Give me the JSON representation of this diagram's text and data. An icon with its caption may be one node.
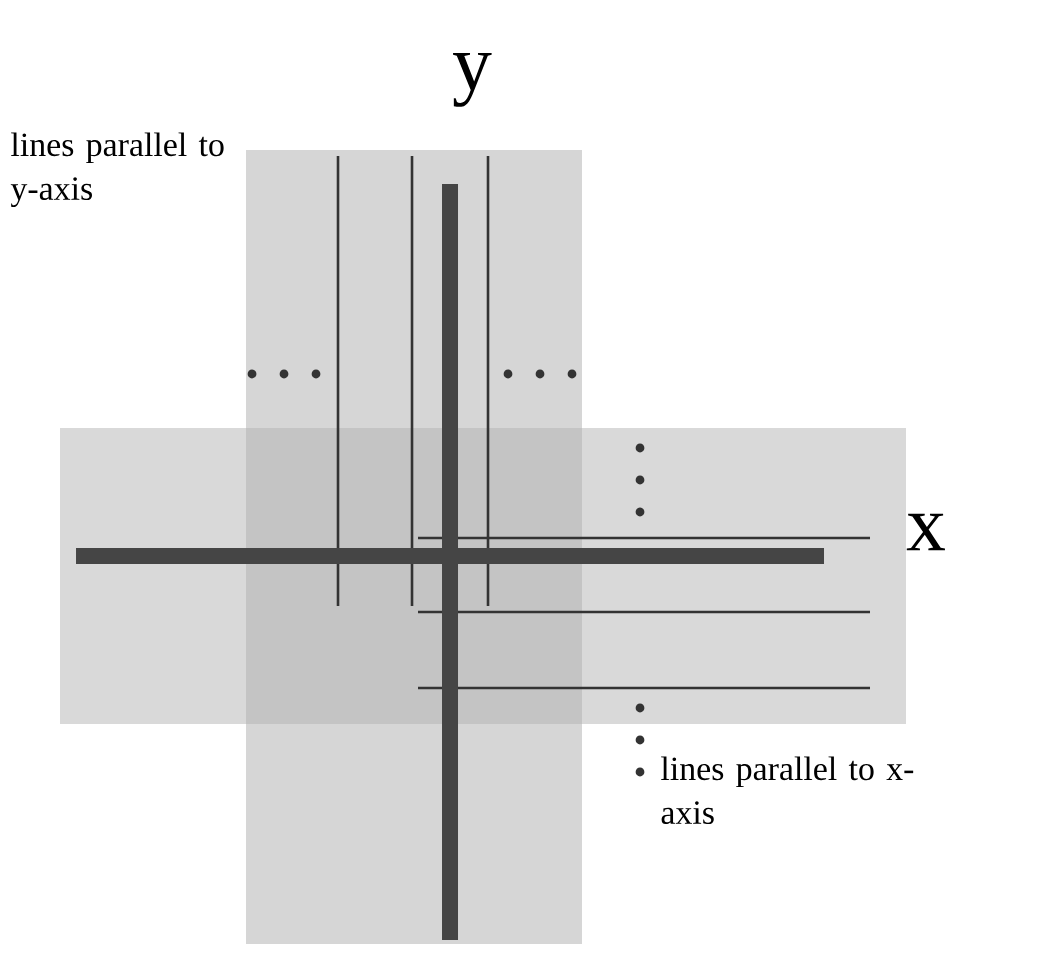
{
  "diagram": {
    "labels": [
      "y",
      "lines parallel to y-axis",
      "x",
      "lines parallel to x-axis"
    ]
  }
}
